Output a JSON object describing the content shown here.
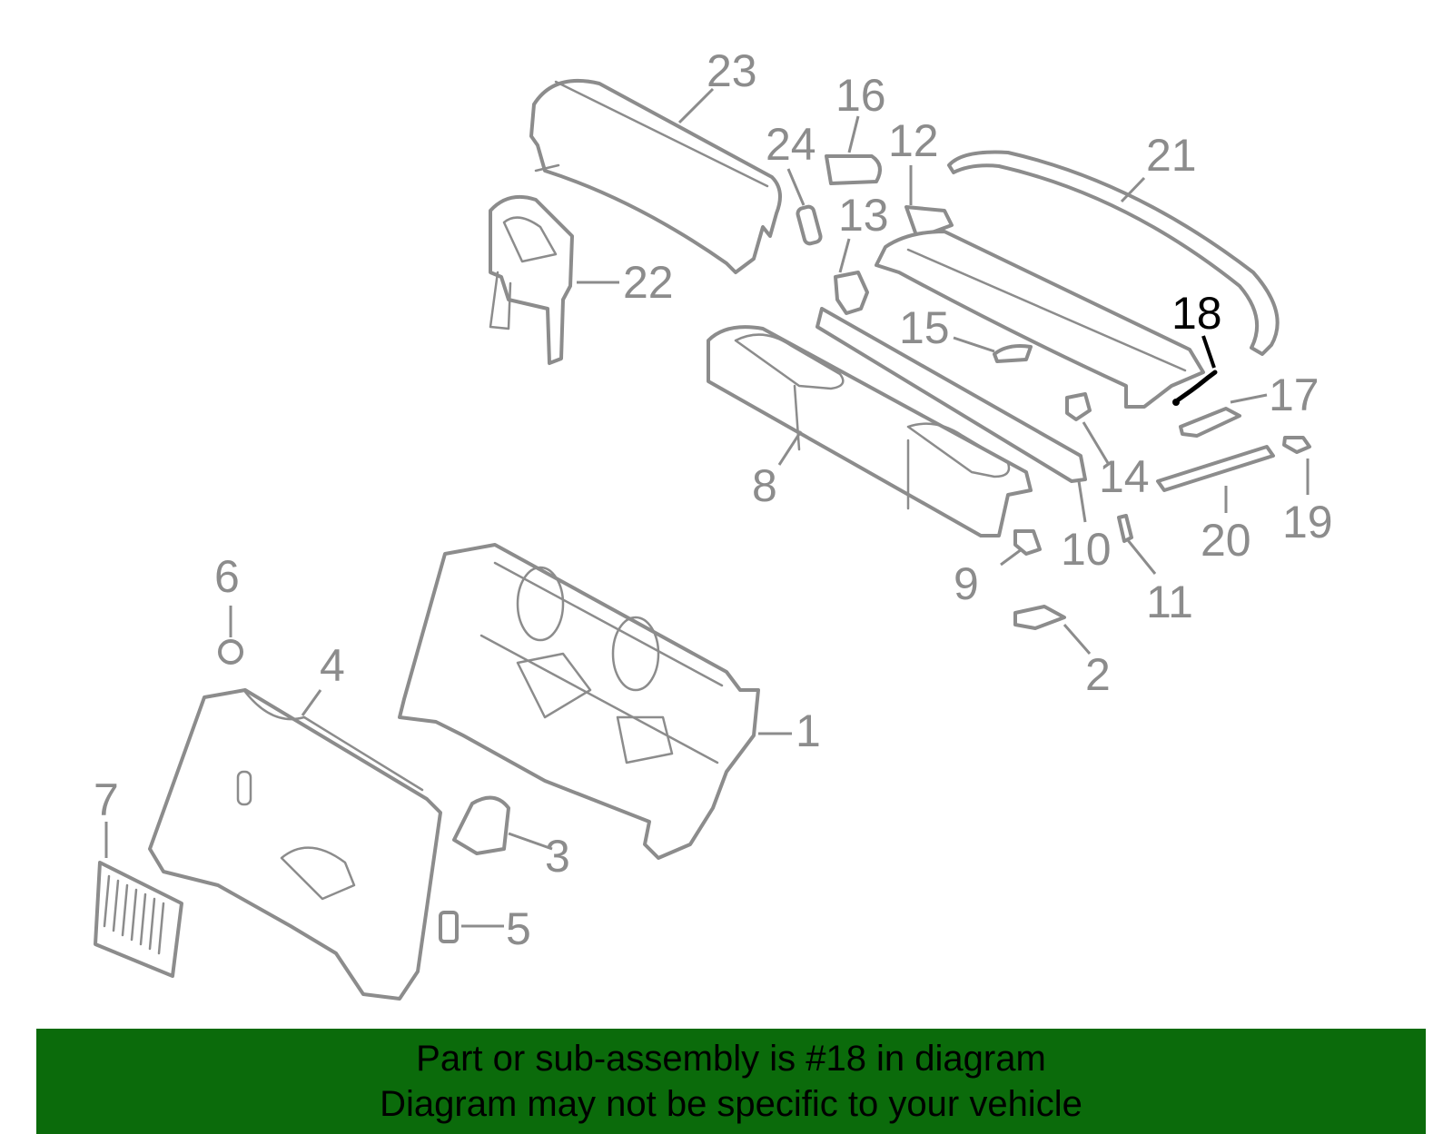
{
  "callouts": [
    {
      "id": "1",
      "label": "1"
    },
    {
      "id": "2",
      "label": "2"
    },
    {
      "id": "3",
      "label": "3"
    },
    {
      "id": "4",
      "label": "4"
    },
    {
      "id": "5",
      "label": "5"
    },
    {
      "id": "6",
      "label": "6"
    },
    {
      "id": "7",
      "label": "7"
    },
    {
      "id": "8",
      "label": "8"
    },
    {
      "id": "9",
      "label": "9"
    },
    {
      "id": "10",
      "label": "10"
    },
    {
      "id": "11",
      "label": "11"
    },
    {
      "id": "12",
      "label": "12"
    },
    {
      "id": "13",
      "label": "13"
    },
    {
      "id": "14",
      "label": "14"
    },
    {
      "id": "15",
      "label": "15"
    },
    {
      "id": "16",
      "label": "16"
    },
    {
      "id": "17",
      "label": "17"
    },
    {
      "id": "18",
      "label": "18",
      "highlighted": true
    },
    {
      "id": "19",
      "label": "19"
    },
    {
      "id": "20",
      "label": "20"
    },
    {
      "id": "21",
      "label": "21"
    },
    {
      "id": "22",
      "label": "22"
    },
    {
      "id": "23",
      "label": "23"
    },
    {
      "id": "24",
      "label": "24"
    }
  ],
  "colors": {
    "part_stroke": "#8c8c8c",
    "highlight": "#000000",
    "banner_background": "#0b6b0b",
    "banner_text": "#000000"
  },
  "banner": {
    "line1": "Part or sub-assembly is #18 in diagram",
    "line2": "Diagram may not be specific to your vehicle"
  }
}
